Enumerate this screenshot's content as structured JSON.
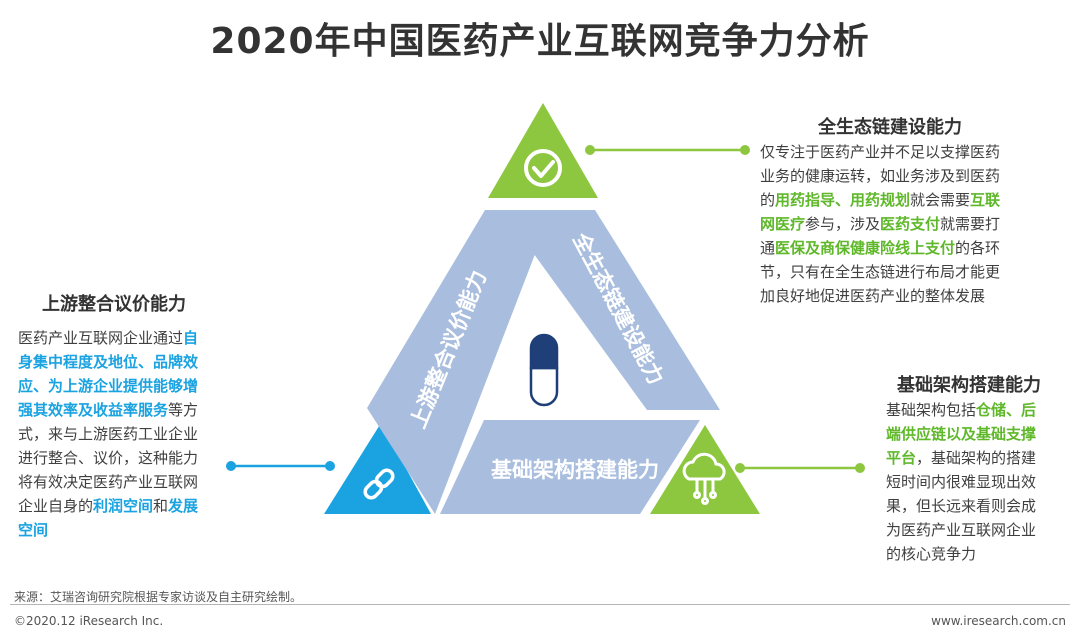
{
  "title": "2020年中国医药产业互联网竞争力分析",
  "triangle": {
    "left_segment": "上游整合议价能力",
    "right_segment": "全生态链建设能力",
    "bottom_segment": "基础架构搭建能力",
    "center_icon": "capsule-icon",
    "corner_icons": {
      "top": "checkmark-icon",
      "left": "chain-link-icon",
      "right": "cloud-network-icon"
    }
  },
  "colors": {
    "green": "#8dc63f",
    "blue": "#1aa3e0",
    "segment": "#a9bede",
    "capsule": "#1f3f78",
    "highlight_green": "#5fb82a"
  },
  "callouts": {
    "top_right": {
      "heading": "全生态链建设能力",
      "lines": [
        [
          {
            "t": "仅专注于医药产业并不足以支撑医药"
          }
        ],
        [
          {
            "t": "业务的健康运转，如业务涉及到医药"
          }
        ],
        [
          {
            "t": "的"
          },
          {
            "t": "用药指导、用药规划",
            "h": "g"
          },
          {
            "t": "就会需要"
          },
          {
            "t": "互联",
            "h": "g"
          }
        ],
        [
          {
            "t": "网医疗",
            "h": "g"
          },
          {
            "t": "参与，涉及"
          },
          {
            "t": "医药支付",
            "h": "g"
          },
          {
            "t": "就需要打"
          }
        ],
        [
          {
            "t": "通"
          },
          {
            "t": "医保及商保健康险线上支付",
            "h": "g"
          },
          {
            "t": "的各环"
          }
        ],
        [
          {
            "t": "节，只有在全生态链进行布局才能更"
          }
        ],
        [
          {
            "t": "加良好地促进医药产业的整体发展"
          }
        ]
      ]
    },
    "left": {
      "heading": "上游整合议价能力",
      "lines": [
        [
          {
            "t": "医药产业互联网企业通过"
          },
          {
            "t": "自",
            "h": "b"
          }
        ],
        [
          {
            "t": "身集中程度及地位、品牌效",
            "h": "b"
          }
        ],
        [
          {
            "t": "应、为上游企业提供能够增",
            "h": "b"
          }
        ],
        [
          {
            "t": "强其效率及收益率服务",
            "h": "b"
          },
          {
            "t": "等方"
          }
        ],
        [
          {
            "t": "式，来与上游医药工业企业"
          }
        ],
        [
          {
            "t": "进行整合、议价，这种能力"
          }
        ],
        [
          {
            "t": "将有效决定医药产业互联网"
          }
        ],
        [
          {
            "t": "企业自身的"
          },
          {
            "t": "利润空间",
            "h": "b"
          },
          {
            "t": "和"
          },
          {
            "t": "发展",
            "h": "b"
          }
        ],
        [
          {
            "t": "空间",
            "h": "b"
          }
        ]
      ]
    },
    "bottom_right": {
      "heading": "基础架构搭建能力",
      "lines": [
        [
          {
            "t": "基础架构包括"
          },
          {
            "t": "仓储、后",
            "h": "g"
          }
        ],
        [
          {
            "t": "端供应链以及基础支撑",
            "h": "g"
          }
        ],
        [
          {
            "t": "平台",
            "h": "g"
          },
          {
            "t": "，基础架构的搭建"
          }
        ],
        [
          {
            "t": "短时间内很难显现出效"
          }
        ],
        [
          {
            "t": "果，但长远来看则会成"
          }
        ],
        [
          {
            "t": "为医药产业互联网企业"
          }
        ],
        [
          {
            "t": "的核心竞争力"
          }
        ]
      ]
    }
  },
  "source": "来源：艾瑞咨询研究院根据专家访谈及自主研究绘制。",
  "footer": {
    "left": "©2020.12 iResearch Inc.",
    "right": "www.iresearch.com.cn"
  }
}
